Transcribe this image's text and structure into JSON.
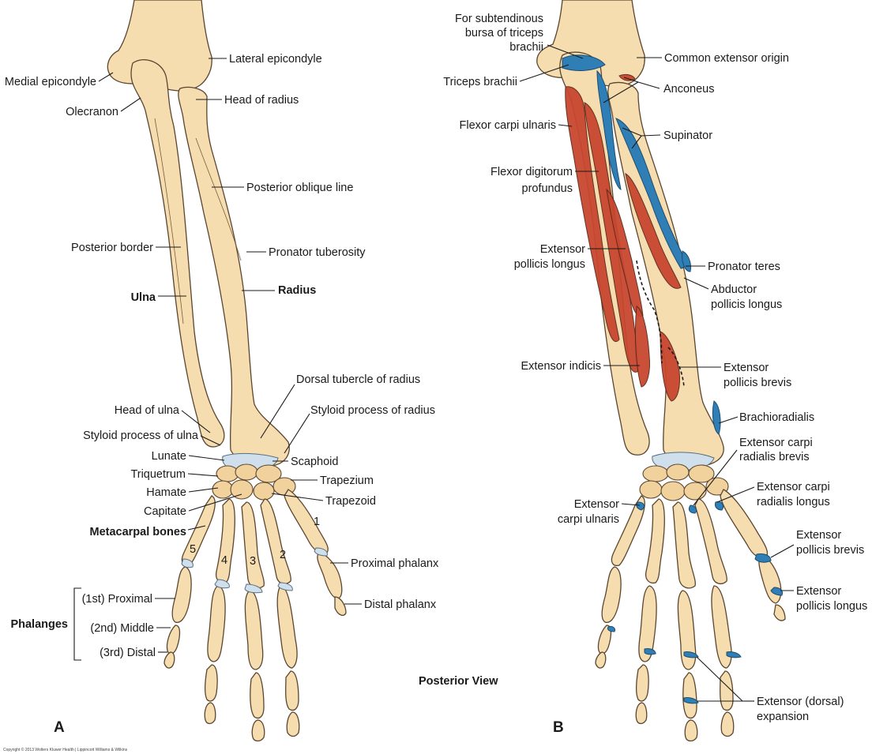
{
  "panel_a": {
    "letter": "A",
    "labels": {
      "lateral_epicondyle": "Lateral epicondyle",
      "medial_epicondyle": "Medial epicondyle",
      "head_of_radius": "Head of radius",
      "olecranon": "Olecranon",
      "posterior_oblique_line": "Posterior oblique line",
      "posterior_border": "Posterior border",
      "pronator_tuberosity": "Pronator tuberosity",
      "ulna": "Ulna",
      "radius": "Radius",
      "dorsal_tubercle": "Dorsal tubercle of radius",
      "head_of_ulna": "Head of ulna",
      "styloid_radius": "Styloid process of radius",
      "styloid_ulna": "Styloid process of ulna",
      "lunate": "Lunate",
      "scaphoid": "Scaphoid",
      "triquetrum": "Triquetrum",
      "trapezium": "Trapezium",
      "hamate": "Hamate",
      "trapezoid": "Trapezoid",
      "capitate": "Capitate",
      "metacarpal_bones": "Metacarpal bones",
      "proximal_phalanx": "Proximal phalanx",
      "distal_phalanx": "Distal phalanx",
      "first_proximal": "(1st) Proximal",
      "phalanges": "Phalanges",
      "second_middle": "(2nd) Middle",
      "third_distal": "(3rd) Distal"
    },
    "digit_numbers": [
      "1",
      "2",
      "3",
      "4",
      "5"
    ]
  },
  "panel_b": {
    "letter": "B",
    "labels": {
      "subtendinous_bursa": [
        "For subtendinous",
        "bursa of triceps",
        "brachii"
      ],
      "common_extensor_origin": "Common extensor origin",
      "triceps_brachii": "Triceps brachii",
      "anconeus": "Anconeus",
      "flexor_carpi_ulnaris": "Flexor carpi ulnaris",
      "supinator": "Supinator",
      "flexor_digitorum_profundus": [
        "Flexor digitorum",
        "profundus"
      ],
      "extensor_pollicis_longus_upper": [
        "Extensor",
        "pollicis longus"
      ],
      "pronator_teres": "Pronator teres",
      "abductor_pollicis_longus": [
        "Abductor",
        "pollicis longus"
      ],
      "extensor_indicis": "Extensor indicis",
      "extensor_pollicis_brevis_upper": [
        "Extensor",
        "pollicis brevis"
      ],
      "brachioradialis": "Brachioradialis",
      "ecr_brevis": [
        "Extensor carpi",
        "radialis brevis"
      ],
      "ecr_longus": [
        "Extensor carpi",
        "radialis longus"
      ],
      "extensor_carpi_ulnaris": [
        "Extensor",
        "carpi ulnaris"
      ],
      "extensor_pollicis_brevis_lower": [
        "Extensor",
        "pollicis brevis"
      ],
      "extensor_pollicis_longus_lower": [
        "Extensor",
        "pollicis longus"
      ],
      "extensor_expansion": [
        "Extensor (dorsal)",
        "expansion"
      ]
    }
  },
  "view_title": "Posterior View",
  "copyright": "Copyright © 2013 Wolters Kluwer Health | Lippincott Williams & Wilkins",
  "colors": {
    "bone": "#f6ddb0",
    "muscle_origin_red": "#c8472f",
    "muscle_insertion_blue": "#2f7fb6",
    "cartilage": "#cfe0ec"
  }
}
